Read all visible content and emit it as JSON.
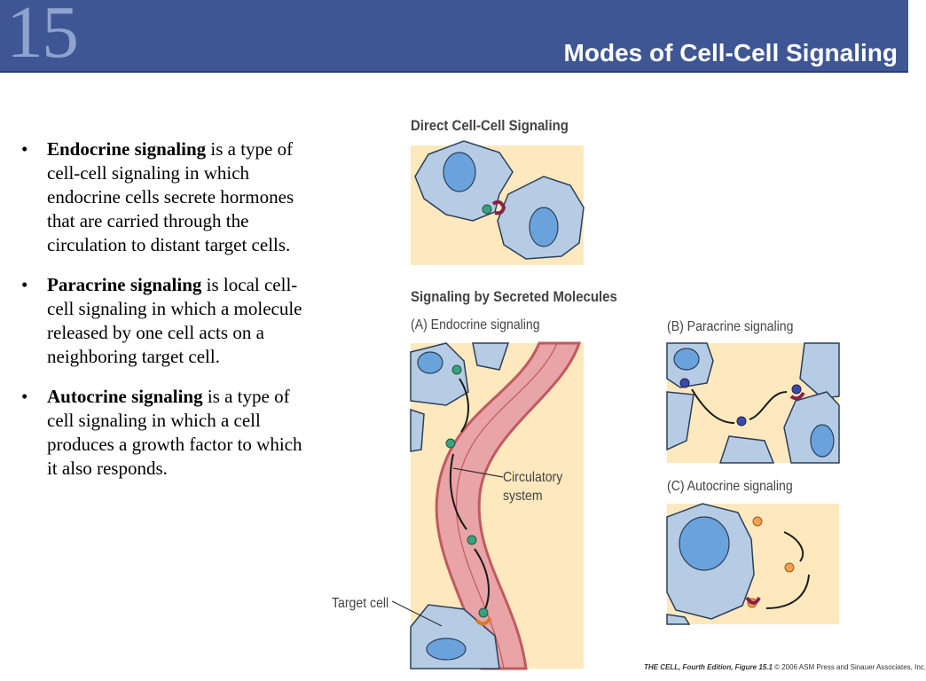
{
  "header": {
    "chapter_number": "15",
    "title": "Modes of Cell-Cell Signaling"
  },
  "bullets": [
    {
      "term": "Endocrine signaling",
      "text": " is a type of  cell-cell signaling in which endocrine cells secrete hormones that are carried through the circulation to distant target cells."
    },
    {
      "term": "Paracrine signaling",
      "text": " is local cell-cell signaling in which a molecule released by one cell acts on a neighboring target cell."
    },
    {
      "term": "Autocrine signaling",
      "text": " is a type of  cell signaling in which a cell produces a growth factor to which it also responds."
    }
  ],
  "figure": {
    "direct_title": "Direct Cell-Cell Signaling",
    "secreted_title": "Signaling by Secreted Molecules",
    "panel_a_label": "(A)  Endocrine signaling",
    "panel_b_label": "(B)  Paracrine signaling",
    "panel_c_label": "(C)  Autocrine signaling",
    "circulatory_label": "Circulatory\nsystem",
    "target_cell_label": "Target cell",
    "credit_book": "THE CELL, Fourth Edition, Figure 15.1",
    "credit_rest": "  © 2006 ASM Press and Sinauer Associates, Inc.",
    "colors": {
      "background": "#fde9bd",
      "cell_body": "#b5cce4",
      "nucleus": "#6aa3dc",
      "vessel": "#e8a4a7",
      "vessel_wall": "#c05a60",
      "endocrine_molecule": "#3aa080",
      "paracrine_molecule": "#3a4aa6",
      "autocrine_molecule": "#f3a050",
      "receptor": "#8a2048"
    }
  }
}
